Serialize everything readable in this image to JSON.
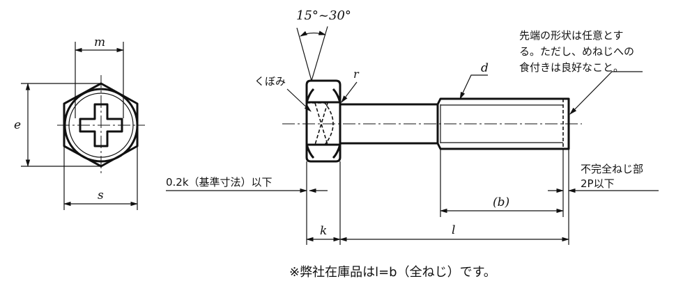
{
  "labels": {
    "m": "m",
    "e": "e",
    "s": "s",
    "angle": "15°~30°",
    "kubomi": "くぼみ",
    "r": "r",
    "d": "d",
    "k_ref": "0.2k（基準寸法）以下",
    "k": "k",
    "l": "l",
    "b": "(b)",
    "incomplete_line1": "不完全ねじ部",
    "incomplete_line2": "2P以下",
    "tip_line1": "先端の形状は任意とす",
    "tip_line2": "る。ただし、めねじへの",
    "tip_line3": "食付きは良好なこと。",
    "note": "※弊社在庫品はl=b（全ねじ）です。"
  }
}
